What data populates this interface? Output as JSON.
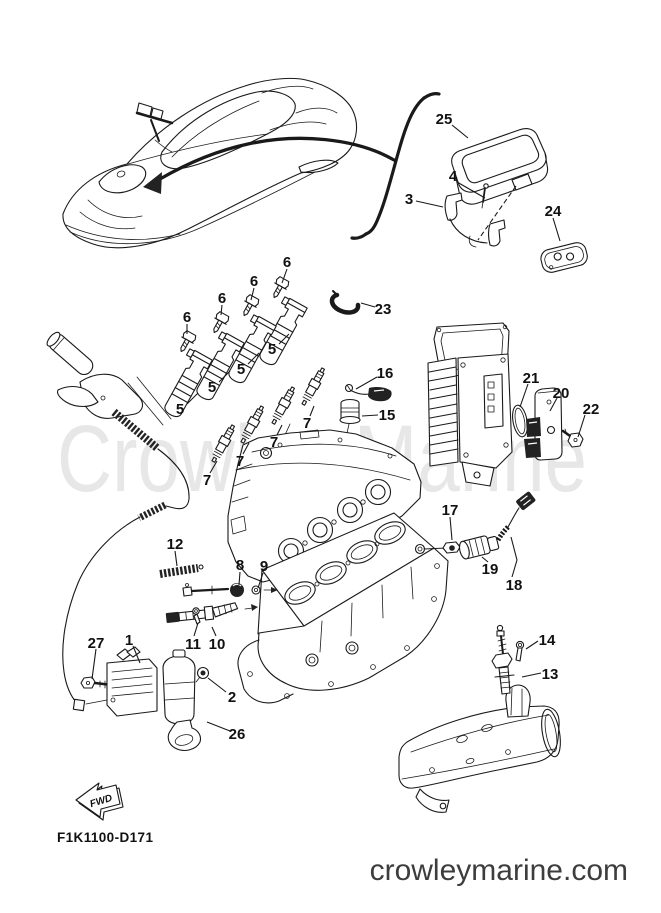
{
  "diagram": {
    "code": "F1K1100-D171",
    "website": "crowleymarine.com",
    "watermark": "Crowley Marine",
    "fwd_label": "FWD"
  },
  "colors": {
    "line": "#1a1a1a",
    "watermark": "#e7e7e7",
    "website_text": "#3d3d3d",
    "code_text": "#111111",
    "background": "#ffffff"
  },
  "callouts": [
    {
      "label": "1"
    },
    {
      "label": "2"
    },
    {
      "label": "3"
    },
    {
      "label": "4"
    },
    {
      "label": "5"
    },
    {
      "label": "5"
    },
    {
      "label": "5"
    },
    {
      "label": "5"
    },
    {
      "label": "6"
    },
    {
      "label": "6"
    },
    {
      "label": "6"
    },
    {
      "label": "6"
    },
    {
      "label": "7"
    },
    {
      "label": "7"
    },
    {
      "label": "7"
    },
    {
      "label": "7"
    },
    {
      "label": "8"
    },
    {
      "label": "9"
    },
    {
      "label": "10"
    },
    {
      "label": "11"
    },
    {
      "label": "12"
    },
    {
      "label": "13"
    },
    {
      "label": "14"
    },
    {
      "label": "15"
    },
    {
      "label": "16"
    },
    {
      "label": "17"
    },
    {
      "label": "18"
    },
    {
      "label": "19"
    },
    {
      "label": "20"
    },
    {
      "label": "21"
    },
    {
      "label": "22"
    },
    {
      "label": "23"
    },
    {
      "label": "24"
    },
    {
      "label": "25"
    },
    {
      "label": "26"
    },
    {
      "label": "27"
    }
  ]
}
